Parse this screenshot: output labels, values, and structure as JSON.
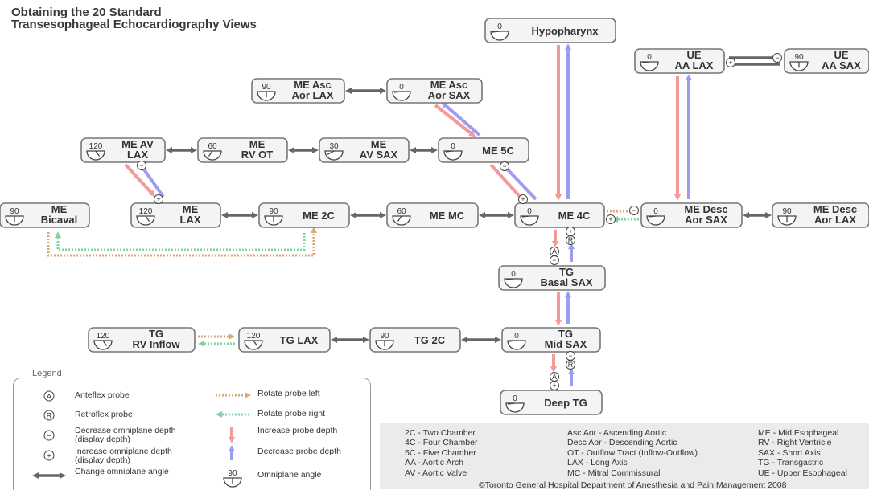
{
  "title": {
    "line1": "Obtaining the 20 Standard",
    "line2": "Transesophageal Echocardiography Views"
  },
  "nodes": [
    {
      "id": "hypopharynx",
      "angle": "0",
      "lines": [
        "Hypopharynx"
      ]
    },
    {
      "id": "ue-aa-lax",
      "angle": "0",
      "lines": [
        "UE",
        "AA LAX"
      ]
    },
    {
      "id": "ue-aa-sax",
      "angle": "90",
      "lines": [
        "UE",
        "AA SAX"
      ]
    },
    {
      "id": "me-asc-aor-lax",
      "angle": "90",
      "lines": [
        "ME Asc",
        "Aor LAX"
      ]
    },
    {
      "id": "me-asc-aor-sax",
      "angle": "0",
      "lines": [
        "ME Asc",
        "Aor SAX"
      ]
    },
    {
      "id": "me-av-lax",
      "angle": "120",
      "lines": [
        "ME AV",
        "LAX"
      ]
    },
    {
      "id": "me-rv-ot",
      "angle": "60",
      "lines": [
        "ME",
        "RV OT"
      ]
    },
    {
      "id": "me-av-sax",
      "angle": "30",
      "lines": [
        "ME",
        "AV SAX"
      ]
    },
    {
      "id": "me-5c",
      "angle": "0",
      "lines": [
        "ME 5C"
      ]
    },
    {
      "id": "me-bicaval",
      "angle": "90",
      "lines": [
        "ME",
        "Bicaval"
      ]
    },
    {
      "id": "me-lax",
      "angle": "120",
      "lines": [
        "ME",
        "LAX"
      ]
    },
    {
      "id": "me-2c",
      "angle": "90",
      "lines": [
        "ME 2C"
      ]
    },
    {
      "id": "me-mc",
      "angle": "60",
      "lines": [
        "ME MC"
      ]
    },
    {
      "id": "me-4c",
      "angle": "0",
      "lines": [
        "ME 4C"
      ]
    },
    {
      "id": "me-desc-aor-sax",
      "angle": "0",
      "lines": [
        "ME Desc",
        "Aor SAX"
      ]
    },
    {
      "id": "me-desc-aor-lax",
      "angle": "90",
      "lines": [
        "ME Desc",
        "Aor LAX"
      ]
    },
    {
      "id": "tg-basal-sax",
      "angle": "0",
      "lines": [
        "TG",
        "Basal SAX"
      ]
    },
    {
      "id": "tg-rv-inflow",
      "angle": "120",
      "lines": [
        "TG",
        "RV Inflow"
      ]
    },
    {
      "id": "tg-lax",
      "angle": "120",
      "lines": [
        "TG LAX"
      ]
    },
    {
      "id": "tg-2c",
      "angle": "90",
      "lines": [
        "TG 2C"
      ]
    },
    {
      "id": "tg-mid-sax",
      "angle": "0",
      "lines": [
        "TG",
        "Mid SAX"
      ]
    },
    {
      "id": "deep-tg",
      "angle": "0",
      "lines": [
        "Deep TG"
      ]
    }
  ],
  "symbols": {
    "anteflex": "A",
    "retroflex": "R",
    "decrease_depth": "−",
    "increase_depth": "+"
  },
  "legend": {
    "title": "Legend",
    "items": [
      {
        "id": "anteflex",
        "label": "Anteflex probe"
      },
      {
        "id": "retroflex",
        "label": "Retroflex probe"
      },
      {
        "id": "decrease-depth",
        "label": "Decrease omniplane depth (display depth)"
      },
      {
        "id": "increase-depth",
        "label": "Increase omniplane depth (display depth)"
      },
      {
        "id": "change-angle",
        "label": "Change omniplane angle"
      },
      {
        "id": "rotate-left",
        "label": "Rotate probe left"
      },
      {
        "id": "rotate-right",
        "label": "Rotate probe right"
      },
      {
        "id": "increase-probe-depth",
        "label": "Increase probe depth"
      },
      {
        "id": "decrease-probe-depth",
        "label": "Decrease probe depth"
      },
      {
        "id": "omniplane-angle",
        "label": "Omniplane angle",
        "angle": "90"
      }
    ]
  },
  "abbreviations": {
    "col1": [
      "2C - Two Chamber",
      "4C - Four Chamber",
      "5C - Five Chamber",
      "AA - Aortic Arch",
      "AV - Aortic Valve"
    ],
    "col2": [
      "Asc Aor - Ascending Aortic",
      "Desc Aor - Descending Aortic",
      "OT - Outflow Tract (Inflow-Outflow)",
      "LAX - Long Axis",
      "MC - Mitral Commissural"
    ],
    "col3": [
      "ME - Mid Esophageal",
      "RV - Right Ventricle",
      "SAX - Short Axis",
      "TG - Transgastric",
      "UE - Upper Esophageal"
    ]
  },
  "copyright": "©Toronto General Hospital Department of Anesthesia and Pain Management 2008",
  "colors": {
    "increase_depth_arrow": "#f2999a",
    "decrease_depth_arrow": "#9c9cf0",
    "change_angle_arrow": "#666666",
    "rotate_left": "#d9a97a",
    "rotate_right": "#7fd4a4",
    "node_border": "#777777",
    "node_fill": "#f4f4f4"
  }
}
